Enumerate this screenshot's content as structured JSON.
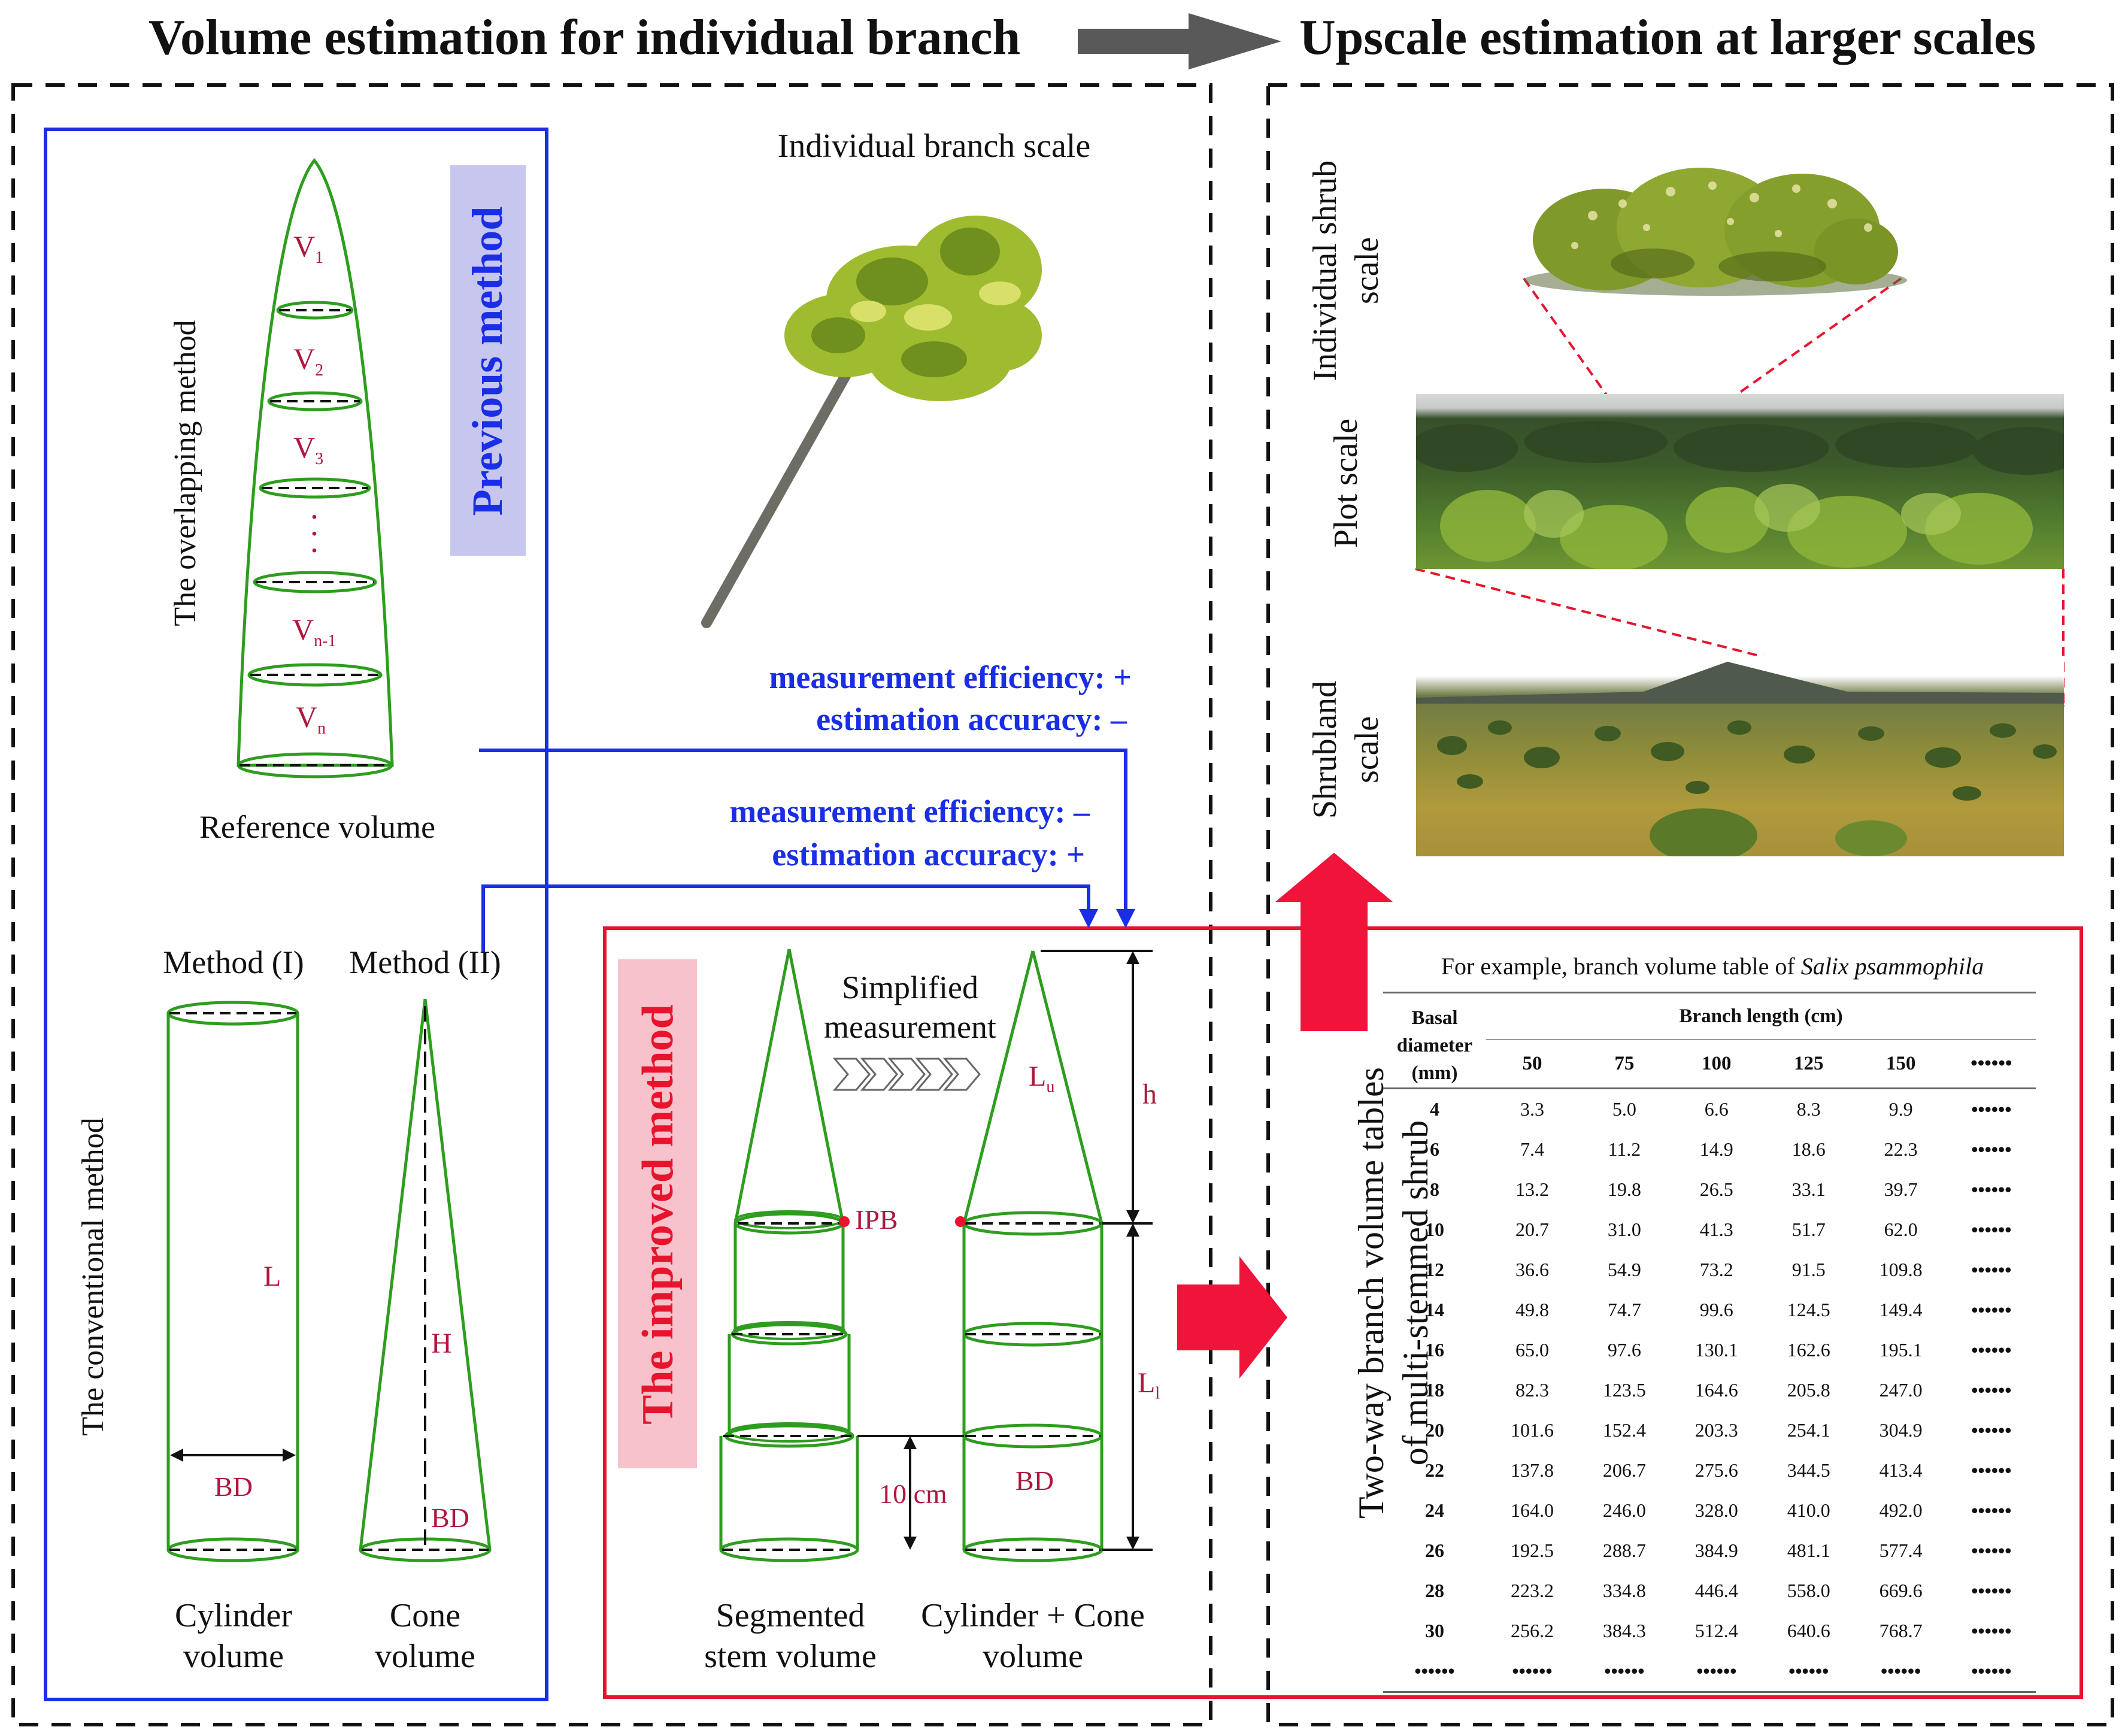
{
  "header": {
    "left_title": "Volume estimation for individual branch",
    "right_title": "Upscale estimation at larger scales"
  },
  "previous": {
    "label": "Previous method",
    "overlap_label": "The overlapping method",
    "segments": [
      "V1",
      "V2",
      "V3",
      "⋮",
      "Vn-1",
      "Vn"
    ],
    "reference_volume": "Reference volume",
    "conventional_label": "The conventional method",
    "method_i": "Method (I)",
    "method_ii": "Method (II)",
    "cyl_L": "L",
    "cyl_BD": "BD",
    "cone_H": "H",
    "cone_BD": "BD",
    "cylinder_caption_1": "Cylinder",
    "cylinder_caption_2": "volume",
    "cone_caption_1": "Cone",
    "cone_caption_2": "volume"
  },
  "branch_scale": "Individual branch scale",
  "arrows": {
    "a_eff": "measurement efficiency: +",
    "a_acc": "estimation accuracy: –",
    "b_eff": "measurement efficiency: –",
    "b_acc": "estimation accuracy: +"
  },
  "improved": {
    "label": "The improved method",
    "simplified_1": "Simplified",
    "simplified_2": "measurement",
    "ipb": "IPB",
    "ten_cm": "10 cm",
    "Lu": "Lu",
    "h": "h",
    "Ll": "Ll",
    "BD": "BD",
    "seg_caption_1": "Segmented",
    "seg_caption_2": "stem volume",
    "cc_caption_1": "Cylinder + Cone",
    "cc_caption_2": "volume"
  },
  "scales": {
    "shrub": [
      "Individual shrub",
      "scale"
    ],
    "plot": "Plot scale",
    "shrubland": [
      "Shrubland",
      "scale"
    ]
  },
  "table_side": [
    "Two-way branch volume tables",
    "of multi-stemmed shrub"
  ],
  "table": {
    "title_prefix": "For example, branch volume table of ",
    "title_species": "Salix psammophila",
    "bd_header_1": "Basal diameter",
    "bd_header_2": "(mm)",
    "bl_header": "Branch length (cm)",
    "columns": [
      "50",
      "75",
      "100",
      "125",
      "150",
      "••••••"
    ],
    "rows": [
      {
        "bd": "4",
        "v": [
          "3.3",
          "5.0",
          "6.6",
          "8.3",
          "9.9",
          "••••••"
        ]
      },
      {
        "bd": "6",
        "v": [
          "7.4",
          "11.2",
          "14.9",
          "18.6",
          "22.3",
          "••••••"
        ]
      },
      {
        "bd": "8",
        "v": [
          "13.2",
          "19.8",
          "26.5",
          "33.1",
          "39.7",
          "••••••"
        ]
      },
      {
        "bd": "10",
        "v": [
          "20.7",
          "31.0",
          "41.3",
          "51.7",
          "62.0",
          "••••••"
        ]
      },
      {
        "bd": "12",
        "v": [
          "36.6",
          "54.9",
          "73.2",
          "91.5",
          "109.8",
          "••••••"
        ]
      },
      {
        "bd": "14",
        "v": [
          "49.8",
          "74.7",
          "99.6",
          "124.5",
          "149.4",
          "••••••"
        ]
      },
      {
        "bd": "16",
        "v": [
          "65.0",
          "97.6",
          "130.1",
          "162.6",
          "195.1",
          "••••••"
        ]
      },
      {
        "bd": "18",
        "v": [
          "82.3",
          "123.5",
          "164.6",
          "205.8",
          "247.0",
          "••••••"
        ]
      },
      {
        "bd": "20",
        "v": [
          "101.6",
          "152.4",
          "203.3",
          "254.1",
          "304.9",
          "••••••"
        ]
      },
      {
        "bd": "22",
        "v": [
          "137.8",
          "206.7",
          "275.6",
          "344.5",
          "413.4",
          "••••••"
        ]
      },
      {
        "bd": "24",
        "v": [
          "164.0",
          "246.0",
          "328.0",
          "410.0",
          "492.0",
          "••••••"
        ]
      },
      {
        "bd": "26",
        "v": [
          "192.5",
          "288.7",
          "384.9",
          "481.1",
          "577.4",
          "••••••"
        ]
      },
      {
        "bd": "28",
        "v": [
          "223.2",
          "334.8",
          "446.4",
          "558.0",
          "669.6",
          "••••••"
        ]
      },
      {
        "bd": "30",
        "v": [
          "256.2",
          "384.3",
          "512.4",
          "640.6",
          "768.7",
          "••••••"
        ]
      },
      {
        "bd": "••••••",
        "v": [
          "••••••",
          "••••••",
          "••••••",
          "••••••",
          "••••••",
          "••••••"
        ]
      }
    ]
  }
}
